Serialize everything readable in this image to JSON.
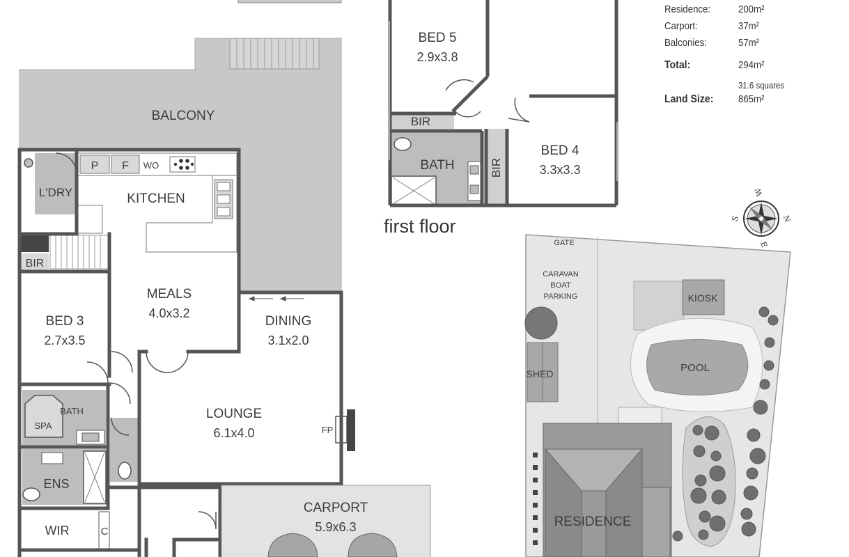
{
  "stats": {
    "residence_label": "Residence:",
    "residence_value": "200m²",
    "carport_label": "Carport:",
    "carport_value": "37m²",
    "balconies_label": "Balconies:",
    "balconies_value": "57m²",
    "total_label": "Total:",
    "total_value": "294m²",
    "total_squares": "31.6 squares",
    "land_label": "Land Size:",
    "land_value": "865m²"
  },
  "first_floor": {
    "caption": "first floor",
    "bed5_name": "BED 5",
    "bed5_size": "2.9x3.8",
    "bed4_name": "BED 4",
    "bed4_size": "3.3x3.3",
    "bath": "BATH",
    "bir_a": "BIR",
    "bir_b": "BIR"
  },
  "ground_floor": {
    "balcony": "BALCONY",
    "kitchen": "KITCHEN",
    "pantry": "P",
    "fridge": "F",
    "wall_oven": "WO",
    "laundry": "L'DRY",
    "bir": "BIR",
    "meals_name": "MEALS",
    "meals_size": "4.0x3.2",
    "bed3_name": "BED 3",
    "bed3_size": "2.7x3.5",
    "dining_name": "DINING",
    "dining_size": "3.1x2.0",
    "lounge_name": "LOUNGE",
    "lounge_size": "6.1x4.0",
    "fireplace": "FP",
    "bath": "BATH",
    "spa": "SPA",
    "ensuite": "ENS",
    "wir": "WIR",
    "cupboard": "C",
    "carport_name": "CARPORT",
    "carport_size": "5.9x6.3"
  },
  "site": {
    "gate": "GATE",
    "caravan_line1": "CARAVAN",
    "caravan_line2": "BOAT",
    "caravan_line3": "PARKING",
    "kiosk": "KIOSK",
    "pool": "POOL",
    "shed": "SHED",
    "residence": "RESIDENCE",
    "compass_n": "N",
    "compass_s": "S",
    "compass_e": "E",
    "compass_w": "W"
  },
  "colors": {
    "wall": "#555555",
    "floor": "#ffffff",
    "balcony": "#c8c8c8",
    "wet_area": "#bdbdbd",
    "site_ground": "#e6e6e6",
    "roof": "#9a9a9a",
    "text": "#3c3c3c"
  }
}
